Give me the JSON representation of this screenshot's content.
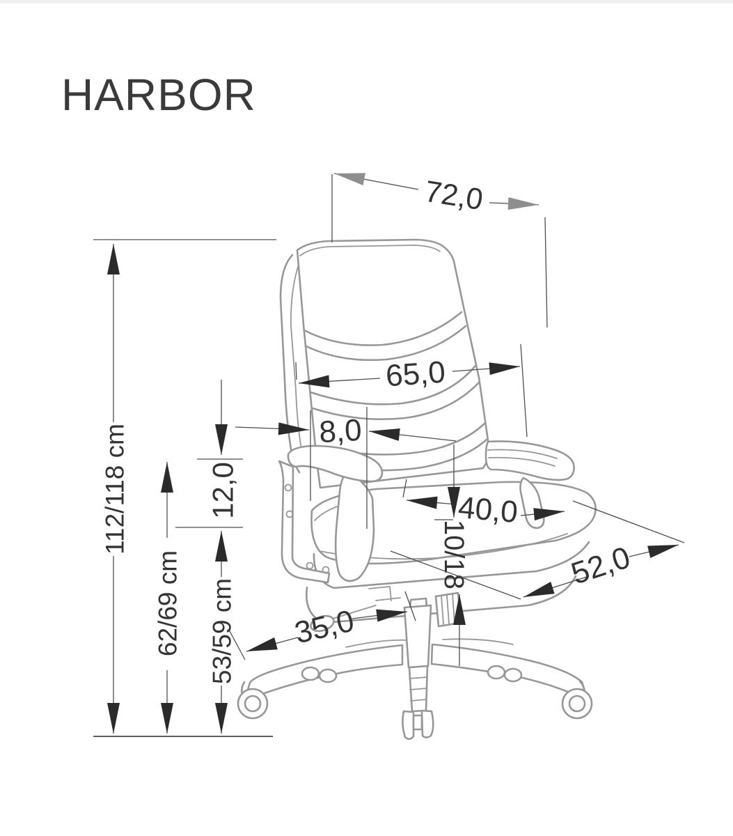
{
  "header": {
    "product_name": "HARBOR"
  },
  "colors": {
    "background": "#ffffff",
    "top_strip": "#efefef",
    "title_text": "#3a3a3c",
    "dimension_text": "#333335",
    "dimension_line": "#4d4d4f",
    "arrow_black": "#2b2b2d",
    "arrow_gray": "#8e8e90",
    "chair_line": "#97979a",
    "ground_line": "#5f5f61"
  },
  "drawing": {
    "dimension_labels": {
      "dim_72_0": "72,0",
      "dim_65_0": "65,0",
      "dim_8_0": "8,0",
      "dim_12_0": "12,0",
      "dim_40_0": "40,0",
      "dim_10_18": "10/18",
      "dim_52_0": "52,0",
      "dim_35_0": "35,0",
      "dim_112_118": "112/118 cm",
      "dim_62_69": "62/69 cm",
      "dim_53_59": "53/59 cm"
    }
  }
}
